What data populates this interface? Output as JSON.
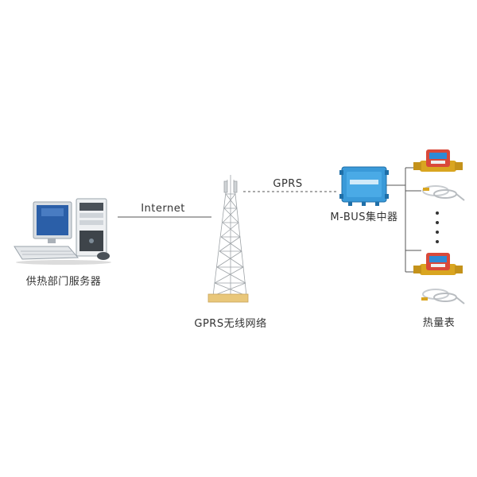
{
  "labels": {
    "server": "供热部门服务器",
    "internet": "Internet",
    "tower": "GPRS无线网络",
    "gprs": "GPRS",
    "concentrator": "M-BUS集中器",
    "meter": "热量表"
  },
  "colors": {
    "line": "#555555",
    "concentrator_body": "#3a9ad9",
    "meter_body": "#d9493a",
    "meter_cap": "#2d8ad6",
    "brass": "#d9a520",
    "tower_base": "#e9c77a"
  },
  "icons": {
    "server": "desktop-computer-icon",
    "tower": "lattice-tower-icon",
    "concentrator": "concentrator-box-icon",
    "meter": "heat-meter-icon"
  }
}
